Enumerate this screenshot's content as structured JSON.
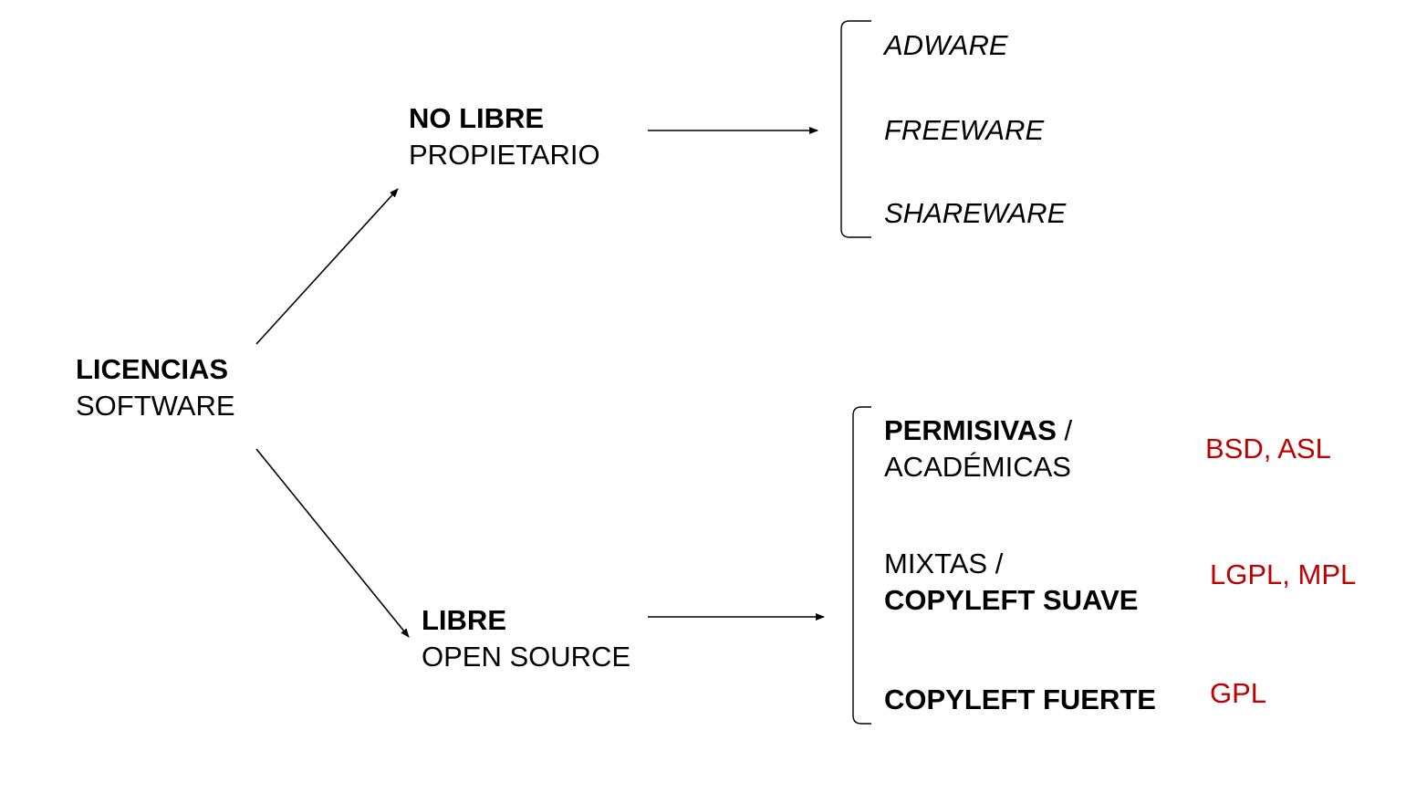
{
  "root": {
    "title": "LICENCIAS",
    "subtitle": "SOFTWARE"
  },
  "no_libre": {
    "title": "NO LIBRE",
    "subtitle": "PROPIETARIO",
    "items": [
      "ADWARE",
      "FREEWARE",
      "SHAREWARE"
    ]
  },
  "libre": {
    "title": "LIBRE",
    "subtitle": "OPEN SOURCE",
    "permisivas": {
      "bold_part": "PERMISIVAS",
      "separator": " /",
      "line2": "ACADÉMICAS",
      "examples": "BSD, ASL"
    },
    "mixtas": {
      "line1": "MIXTAS /",
      "bold_part": "COPYLEFT SUAVE",
      "examples": "LGPL, MPL"
    },
    "fuerte": {
      "bold_part": "COPYLEFT FUERTE",
      "examples": "GPL"
    }
  },
  "colors": {
    "text": "#000000",
    "examples": "#c00000",
    "lines": "#000000"
  }
}
